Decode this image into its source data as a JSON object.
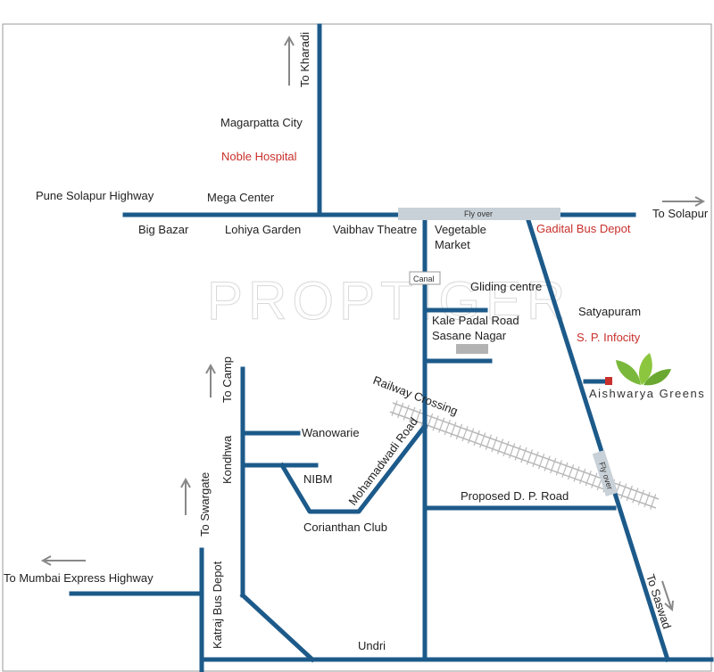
{
  "watermark": "PROPTIGER",
  "colors": {
    "road": "#1c5a8a",
    "flyover": "#c9d1d8",
    "arrow": "#888888",
    "label": "#222222",
    "highlight": "#c8302c",
    "marker": "#c8302c",
    "leaf": "#7ab83b",
    "railway": "#b8b8b8"
  },
  "directions": {
    "kharadi": "To Kharadi",
    "solapur": "To Solapur",
    "camp": "To Camp",
    "swargate": "To Swargate",
    "mumbai": "To Mumbai Express Highway",
    "saswad": "To Saswad"
  },
  "places": {
    "magarpatta": "Magarpatta City",
    "noble_hospital": "Noble Hospital",
    "pune_solapur_highway": "Pune Solapur Highway",
    "mega_center": "Mega Center",
    "big_bazar": "Big Bazar",
    "lohiya_garden": "Lohiya Garden",
    "vaibhav_theatre": "Vaibhav Theatre",
    "vegetable_market_1": "Vegetable",
    "vegetable_market_2": "Market",
    "gadital_bus_depot": "Gadital Bus Depot",
    "flyover_top": "Fly over",
    "canal": "Canal",
    "gliding_centre": "Gliding centre",
    "satyapuram": "Satyapuram",
    "kale_padal_road": "Kale Padal Road",
    "sasane_nagar": "Sasane Nagar",
    "sp_infocity": "S. P. Infocity",
    "aishwarya_greens": "Aishwarya Greens",
    "railway_crossing": "Railway Crossing",
    "wanowarie": "Wanowarie",
    "kondhwa": "Kondhwa",
    "nibm": "NIBM",
    "mohamadwadi_road": "Mohamadwadi Road",
    "flyover_diag": "Fly over",
    "proposed_dp_road": "Proposed D. P. Road",
    "corianthan_club": "Corianthan Club",
    "katraj_bus_depot": "Katraj Bus Depot",
    "undri": "Undri"
  }
}
